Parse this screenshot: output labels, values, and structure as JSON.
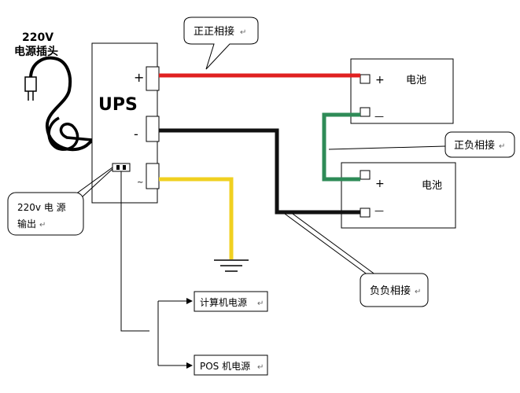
{
  "plug": {
    "voltage": "220V",
    "name": "电源插头"
  },
  "ups": {
    "title": "UPS",
    "plus": "+",
    "minus": "-"
  },
  "battery1": {
    "plus": "+",
    "minus": "—",
    "label": "电池"
  },
  "battery2": {
    "plus": "+",
    "minus": "—",
    "label": "电池"
  },
  "callouts": {
    "positive_link": "正正相接",
    "pos_neg_link": "正负相接",
    "neg_neg_link": "负负相接",
    "ac_output_line1": "220v 电 源",
    "ac_output_line2": "输出"
  },
  "loads": {
    "computer": "计算机电源",
    "pos": "POS 机电源"
  },
  "return_mark": "↵",
  "colors": {
    "positive_wire": "#e02020",
    "negative_wire": "#111111",
    "ground_wire": "#f0d020",
    "link_wire": "#2e8b57"
  }
}
